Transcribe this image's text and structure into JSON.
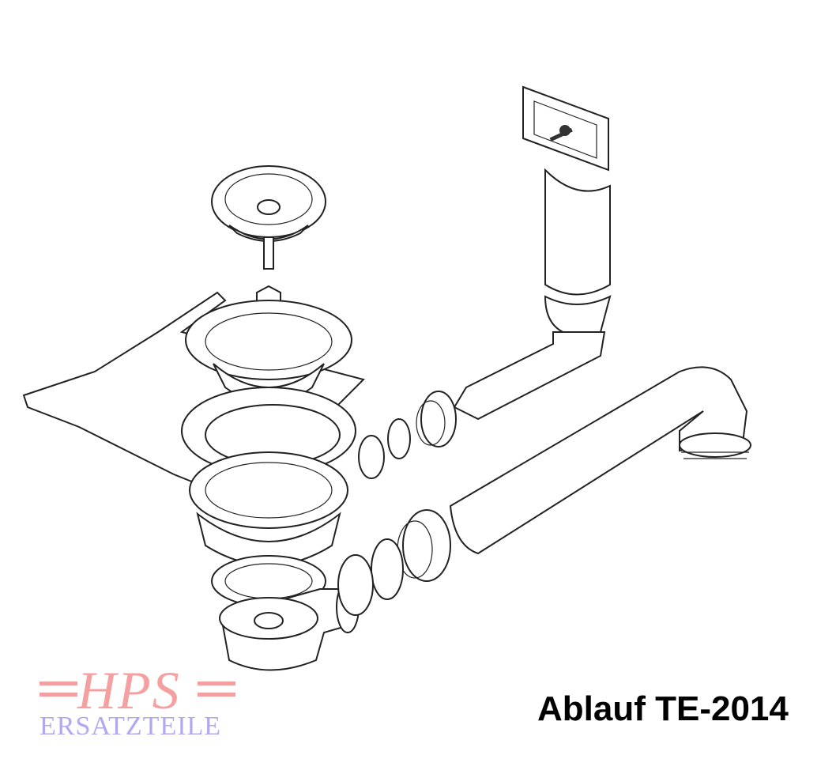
{
  "title": "Ablauf TE-2014",
  "logo": {
    "main": "HPS",
    "sub": "ERSATZTEILE",
    "main_color": "#f4a0a0",
    "sub_color": "#b0a8f0"
  },
  "parts": [
    "strainer-basket",
    "bolt",
    "sink-sheet",
    "sink-flange",
    "gasket",
    "drain-body",
    "coupling-nut",
    "bottle-trap",
    "overflow-plate",
    "overflow-hose",
    "overflow-elbow",
    "seal-rings",
    "union-nuts",
    "drain-pipe",
    "outlet-bend"
  ]
}
